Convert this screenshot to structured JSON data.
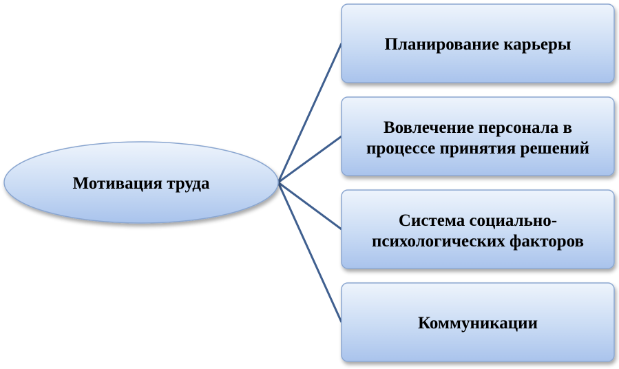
{
  "diagram": {
    "root": {
      "label": "Мотивация труда"
    },
    "children": [
      {
        "lines": [
          "Планирование карьеры"
        ]
      },
      {
        "lines": [
          "Вовлечение персонала в",
          "процессе принятия решений"
        ]
      },
      {
        "lines": [
          "Система социально-",
          "психологических факторов"
        ]
      },
      {
        "lines": [
          "Коммуникации"
        ]
      }
    ]
  },
  "colors": {
    "fill_top": "#eef4fc",
    "fill_bottom": "#a9c3ec",
    "border": "#8aa6d0",
    "line": "#3f5f8f"
  }
}
